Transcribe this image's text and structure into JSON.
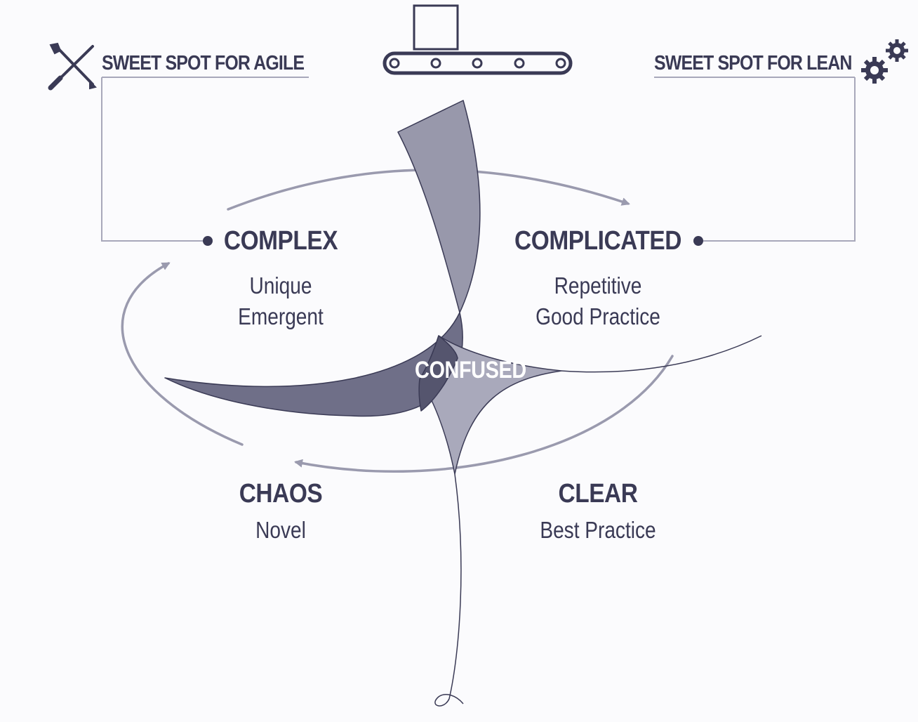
{
  "labels": {
    "sweet_spot_agile": "SWEET SPOT FOR AGILE",
    "sweet_spot_lean": "SWEET SPOT FOR LEAN",
    "center": "CONFUSED"
  },
  "domains": {
    "complex": {
      "title": "COMPLEX",
      "line1": "Unique",
      "line2": "Emergent"
    },
    "complicated": {
      "title": "COMPLICATED",
      "line1": "Repetitive",
      "line2": "Good Practice"
    },
    "chaos": {
      "title": "CHAOS",
      "line1": "Novel"
    },
    "clear": {
      "title": "CLEAR",
      "line1": "Best Practice"
    }
  },
  "icons": {
    "agile": "wrench-screwdriver-icon",
    "conveyor": "conveyor-belt-icon",
    "lean": "gears-icon"
  },
  "colors": {
    "text": "#3a3a55",
    "lines": "#9a9aae",
    "fill_dark": "#6f6f88",
    "fill_mid": "#9898ab",
    "fill_light": "#a9a9bb",
    "background": "#fbfbfd"
  }
}
